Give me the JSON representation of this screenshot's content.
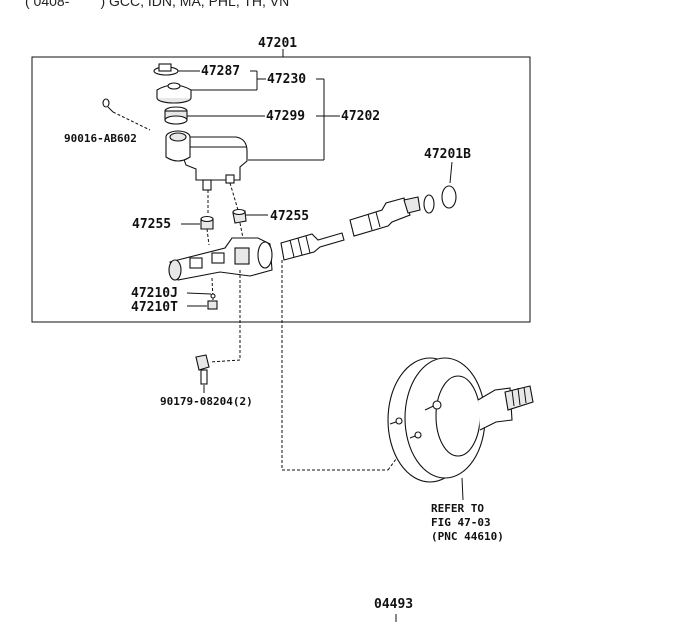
{
  "header": {
    "text": "( 0408-        ) GCC, IDN, MA, PHL, TH, VN"
  },
  "labels": {
    "assembly": "47201",
    "p47287": "47287",
    "p47230": "47230",
    "p47299": "47299",
    "p47202": "47202",
    "p90016": "90016-AB602",
    "p47201B": "47201B",
    "p47255_left": "47255",
    "p47255_right": "47255",
    "p47210J": "47210J",
    "p47210T": "47210T",
    "p90179": "90179-08204(2)",
    "refer_line1": "REFER TO",
    "refer_line2": "FIG 47-03",
    "refer_line3": "(PNC 44610)",
    "footer_code": "04493"
  }
}
